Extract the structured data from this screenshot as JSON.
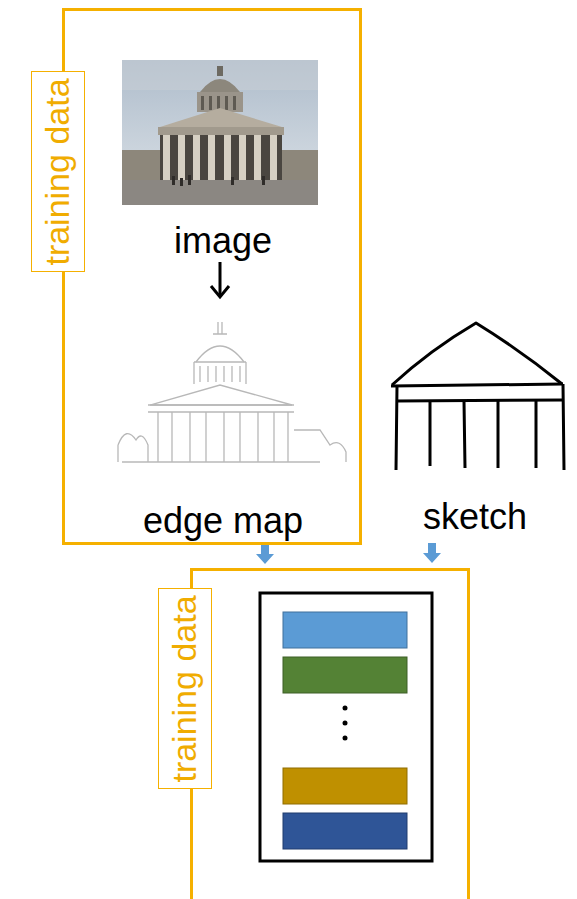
{
  "diagram": {
    "nodes": [
      {
        "text": [
          "training data",
          "image",
          "edge map"
        ]
      },
      {
        "text": [
          "training data"
        ]
      }
    ],
    "edges": [
      {
        "from": 0,
        "to": 1,
        "arrow": "to"
      }
    ],
    "labels": [
      "sketch"
    ]
  }
}
